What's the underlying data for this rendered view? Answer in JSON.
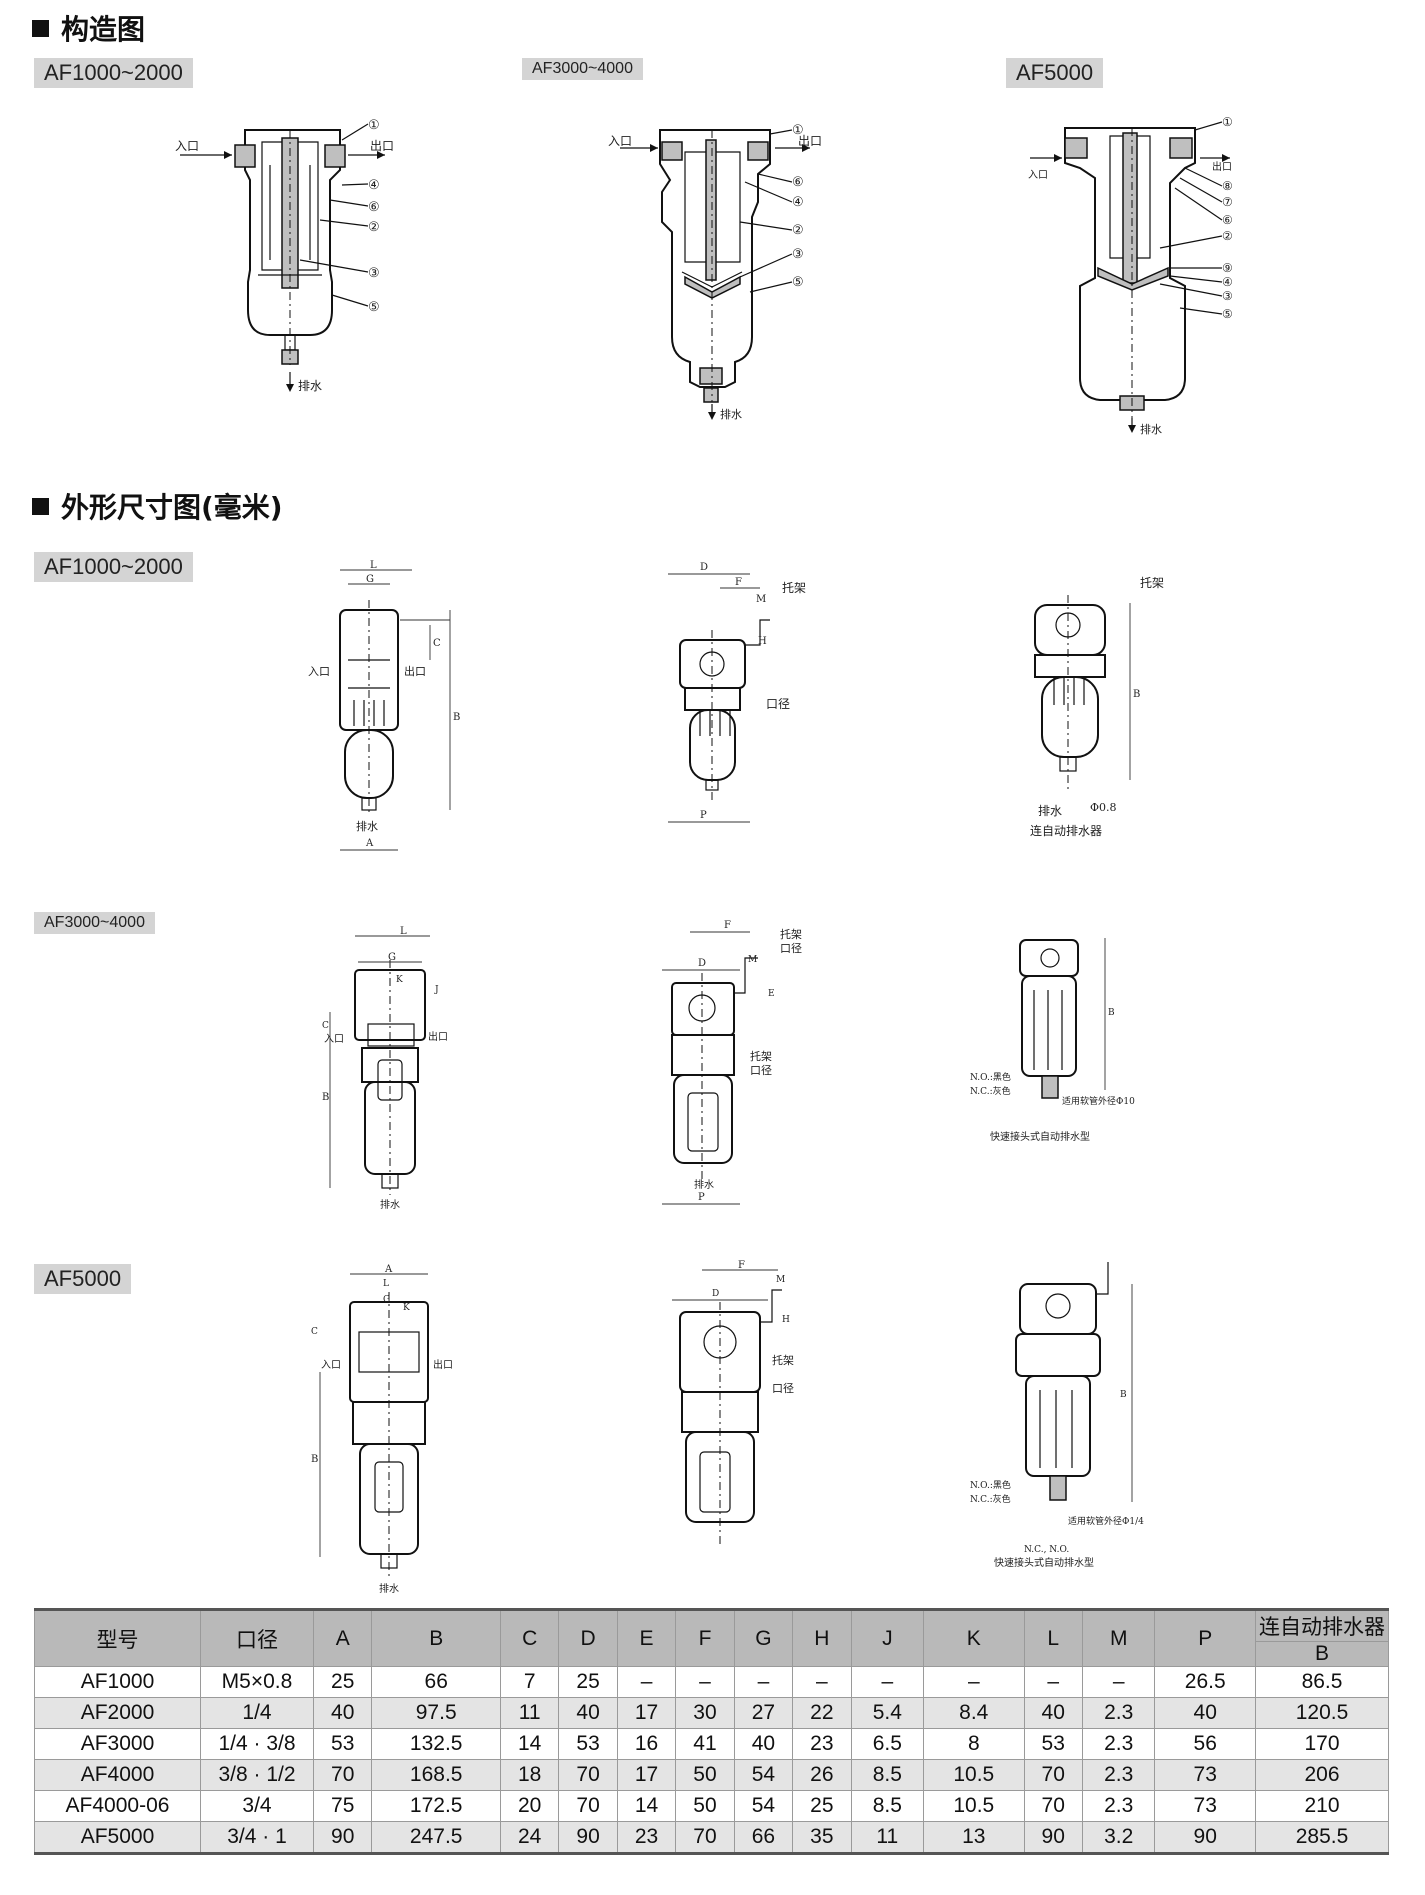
{
  "sections": {
    "structure": "构造图",
    "dimensions": "外形尺寸图(毫米)"
  },
  "models": {
    "af1000_2000": "AF1000~2000",
    "af3000_4000": "AF3000~4000",
    "af5000": "AF5000"
  },
  "labels": {
    "inlet": "入口",
    "outlet": "出口",
    "drain": "排水",
    "bracket": "托架",
    "port": "口径",
    "auto_drain": "连自动排水器",
    "phi08": "Φ0.8",
    "nc_no_black": "N.O.:黑色",
    "nc_gray": "N.C.:灰色",
    "tube10": "适用软管外径Φ10",
    "tube14": "适用软管外径Φ1/4",
    "quick_drain": "快速接头式自动排水型",
    "ncno": "N.C., N.O."
  },
  "callouts_af1000": [
    "①",
    "④",
    "⑥",
    "②",
    "③",
    "⑤"
  ],
  "callouts_af3000": [
    "①",
    "⑥",
    "④",
    "②",
    "③",
    "⑤"
  ],
  "callouts_af5000": [
    "①",
    "⑧",
    "⑦",
    "⑥",
    "②",
    "⑨",
    "④",
    "③",
    "⑤"
  ],
  "dim_letters": {
    "L": "L",
    "G": "G",
    "K": "K",
    "J": "J",
    "C": "C",
    "E": "E",
    "B": "B",
    "A": "A",
    "D": "D",
    "F": "F",
    "M": "M",
    "H": "H",
    "P": "P"
  },
  "table": {
    "headers": [
      "型号",
      "口径",
      "A",
      "B",
      "C",
      "D",
      "E",
      "F",
      "G",
      "H",
      "J",
      "K",
      "L",
      "M",
      "P",
      "连自动排水器"
    ],
    "sub_header": "B",
    "rows": [
      [
        "AF1000",
        "M5×0.8",
        "25",
        "66",
        "7",
        "25",
        "–",
        "–",
        "–",
        "–",
        "–",
        "–",
        "–",
        "–",
        "26.5",
        "86.5"
      ],
      [
        "AF2000",
        "1/4",
        "40",
        "97.5",
        "11",
        "40",
        "17",
        "30",
        "27",
        "22",
        "5.4",
        "8.4",
        "40",
        "2.3",
        "40",
        "120.5"
      ],
      [
        "AF3000",
        "1/4 · 3/8",
        "53",
        "132.5",
        "14",
        "53",
        "16",
        "41",
        "40",
        "23",
        "6.5",
        "8",
        "53",
        "2.3",
        "56",
        "170"
      ],
      [
        "AF4000",
        "3/8 · 1/2",
        "70",
        "168.5",
        "18",
        "70",
        "17",
        "50",
        "54",
        "26",
        "8.5",
        "10.5",
        "70",
        "2.3",
        "73",
        "206"
      ],
      [
        "AF4000-06",
        "3/4",
        "75",
        "172.5",
        "20",
        "70",
        "14",
        "50",
        "54",
        "25",
        "8.5",
        "10.5",
        "70",
        "2.3",
        "73",
        "210"
      ],
      [
        "AF5000",
        "3/4 · 1",
        "90",
        "247.5",
        "24",
        "90",
        "23",
        "70",
        "66",
        "35",
        "11",
        "13",
        "90",
        "3.2",
        "90",
        "285.5"
      ]
    ]
  }
}
